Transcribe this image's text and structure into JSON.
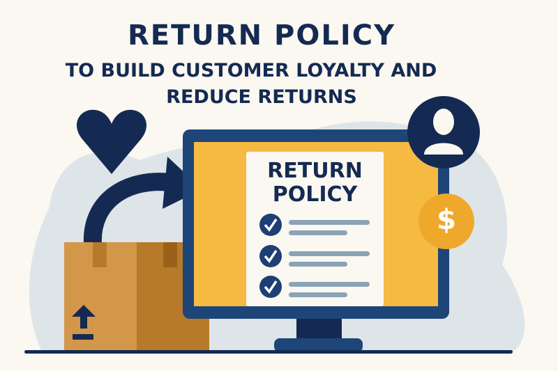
{
  "header": {
    "title": "RETURN POLICY",
    "subtitle_line1": "TO BUILD CUSTOMER LOYALTY AND",
    "subtitle_line2": "REDUCE RETURNS"
  },
  "document": {
    "title_line1": "RETURN",
    "title_line2": "POLICY",
    "checklist_items": 3
  },
  "icons": {
    "heart": "heart-icon",
    "user": "user-icon",
    "dollar": "$",
    "arrow": "return-arrow-icon",
    "box": "package-box-icon"
  },
  "colors": {
    "navy": "#142a52",
    "monitor": "#1e4578",
    "screen": "#f6b942",
    "coin": "#eea92c",
    "box_left": "#d3974a",
    "box_right": "#b77a2a",
    "line": "#8aa3b8",
    "blob": "#dde5e8"
  }
}
